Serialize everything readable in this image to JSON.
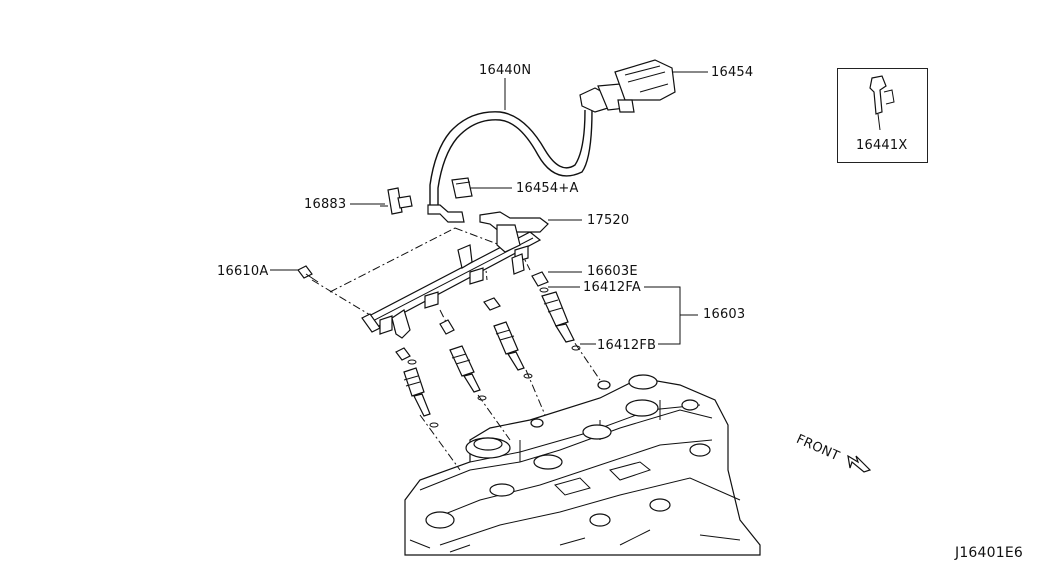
{
  "diagram": {
    "labels": {
      "p16440N": "16440N",
      "p16454": "16454",
      "p16454A": "16454+A",
      "p16883": "16883",
      "p17520": "17520",
      "p16610A": "16610A",
      "p16603E": "16603E",
      "p16412FA": "16412FA",
      "p16603": "16603",
      "p16412FB": "16412FB",
      "p16441X": "16441X",
      "front": "FRONT",
      "drawing_id": "J16401E6"
    }
  }
}
